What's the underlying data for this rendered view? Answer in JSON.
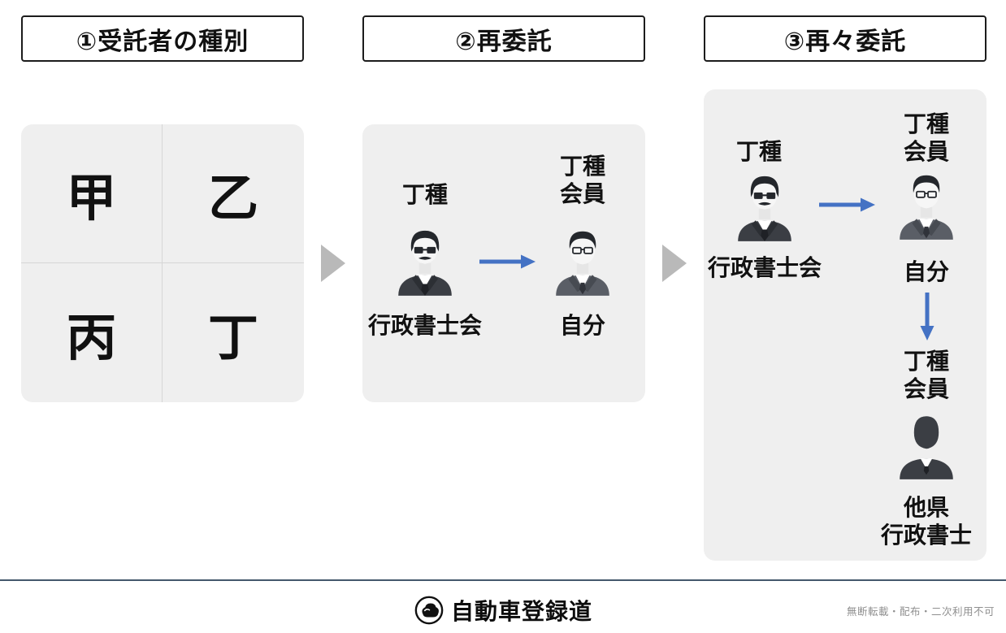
{
  "headers": [
    {
      "label": "①受託者の種別"
    },
    {
      "label": "②再委託"
    },
    {
      "label": "③再々委託"
    }
  ],
  "trustee_panel": {
    "quadrants": [
      {
        "label": "甲"
      },
      {
        "label": "乙"
      },
      {
        "label": "丙"
      },
      {
        "label": "丁"
      }
    ]
  },
  "redelegation": {
    "delegator": {
      "title": "丁種",
      "caption": "行政書士会"
    },
    "delegate": {
      "title": "丁種\n会員",
      "caption": "自分"
    }
  },
  "re_redelegation": {
    "delegator": {
      "title": "丁種",
      "caption": "行政書士会"
    },
    "first_delegate": {
      "title": "丁種\n会員",
      "caption": "自分"
    },
    "second_delegate": {
      "title": "丁種\n会員",
      "caption": "他県\n行政書士"
    }
  },
  "footer": {
    "logo_text": "自動車登録道",
    "notice": "無断転載・配布・二次利用不可"
  },
  "colors": {
    "panel_bg": "#efefef",
    "arrow_blue": "#4472c4",
    "chevron_gray": "#b9b9b9",
    "header_border": "#1c1c1c",
    "footer_line": "#44586c",
    "divider_gray": "#d6d6d6"
  }
}
